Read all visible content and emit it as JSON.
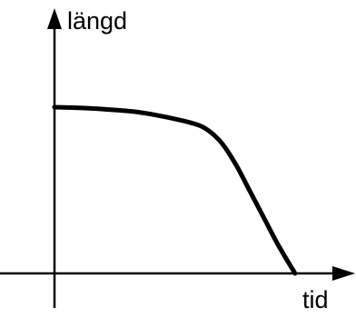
{
  "chart_data": {
    "type": "line",
    "title": "",
    "xlabel": "tid",
    "ylabel": "längd",
    "xlim": [
      0,
      1
    ],
    "ylim": [
      0,
      1
    ],
    "ticks": "none",
    "grid": false,
    "legend": "none",
    "series": [
      {
        "color": "#000000",
        "points": [
          {
            "x": 0.0,
            "y": 1.0
          },
          {
            "x": 0.1,
            "y": 0.995
          },
          {
            "x": 0.2,
            "y": 0.985
          },
          {
            "x": 0.3,
            "y": 0.97
          },
          {
            "x": 0.4,
            "y": 0.94
          },
          {
            "x": 0.5,
            "y": 0.9
          },
          {
            "x": 0.55,
            "y": 0.86
          },
          {
            "x": 0.6,
            "y": 0.78
          },
          {
            "x": 0.65,
            "y": 0.65
          },
          {
            "x": 0.7,
            "y": 0.49
          },
          {
            "x": 0.75,
            "y": 0.33
          },
          {
            "x": 0.8,
            "y": 0.17
          },
          {
            "x": 0.86,
            "y": 0.0
          }
        ]
      }
    ]
  }
}
